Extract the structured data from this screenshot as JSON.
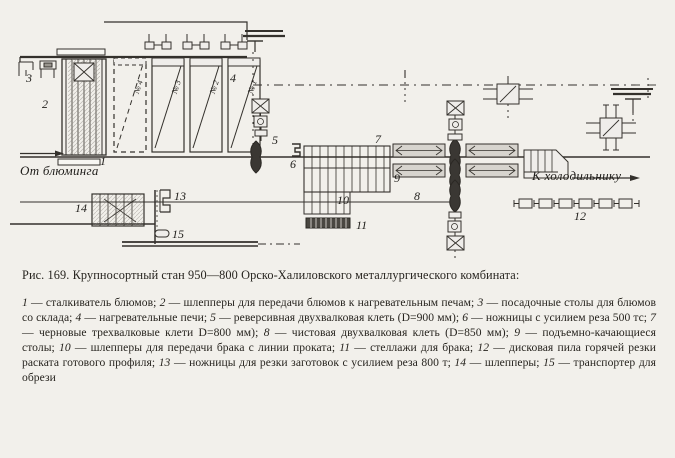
{
  "figure": {
    "flow_labels": [
      {
        "id": "from-blooming",
        "text": "От блюминга"
      },
      {
        "id": "to-cooling-bed",
        "text": "К холодильнику"
      }
    ],
    "furnace_numbers": [
      "№ 4",
      "№ 3",
      "№ 2",
      "№ 1"
    ],
    "item_labels": [
      {
        "id": "1",
        "text": "1"
      },
      {
        "id": "2",
        "text": "2"
      },
      {
        "id": "3",
        "text": "3"
      },
      {
        "id": "4",
        "text": "4"
      },
      {
        "id": "5",
        "text": "5"
      },
      {
        "id": "6",
        "text": "6"
      },
      {
        "id": "7",
        "text": "7"
      },
      {
        "id": "8",
        "text": "8"
      },
      {
        "id": "9",
        "text": "9"
      },
      {
        "id": "10",
        "text": "10"
      },
      {
        "id": "11",
        "text": "11"
      },
      {
        "id": "12",
        "text": "12"
      },
      {
        "id": "13",
        "text": "13"
      },
      {
        "id": "14",
        "text": "14"
      },
      {
        "id": "15",
        "text": "15"
      }
    ]
  },
  "caption": {
    "title": "Рис. 169. Крупносортный стан 950—800 Орско-Халиловского металлургического комбината:",
    "legend_runs": [
      {
        "num": "1",
        "text": " — сталкиватель блюмов; "
      },
      {
        "num": "2",
        "text": " — шлепперы для передачи блюмов к нагревательным печам; "
      },
      {
        "num": "3",
        "text": " — посадочные столы для блюмов со склада; "
      },
      {
        "num": "4",
        "text": " — нагревательные печи; "
      },
      {
        "num": "5",
        "text": " — реверсивная двухвалковая клеть (D=900 мм); "
      },
      {
        "num": "6",
        "text": " — ножницы с усилием реза 500 тс; "
      },
      {
        "num": "7",
        "text": " — черновые трехвалковые клети D=800 мм); "
      },
      {
        "num": "8",
        "text": " — чистовая двухвалковая клеть (D=850 мм); "
      },
      {
        "num": "9",
        "text": " — подъемно-качающиеся столы; "
      },
      {
        "num": "10",
        "text": " — шлепперы для передачи брака с линии проката; "
      },
      {
        "num": "11",
        "text": " — стеллажи для брака; "
      },
      {
        "num": "12",
        "text": " — дисковая пила горячей резки раската готового профиля; "
      },
      {
        "num": "13",
        "text": " — ножницы для резки заготовок с усилием реза 800 т; "
      },
      {
        "num": "14",
        "text": " — шлепперы; "
      },
      {
        "num": "15",
        "text": " — транспортер для обрези"
      }
    ]
  },
  "colors": {
    "ink": "#2b2824",
    "paper": "#f2f0eb",
    "fill_dark": "#3a3733",
    "fill_light": "#cdcac3"
  }
}
